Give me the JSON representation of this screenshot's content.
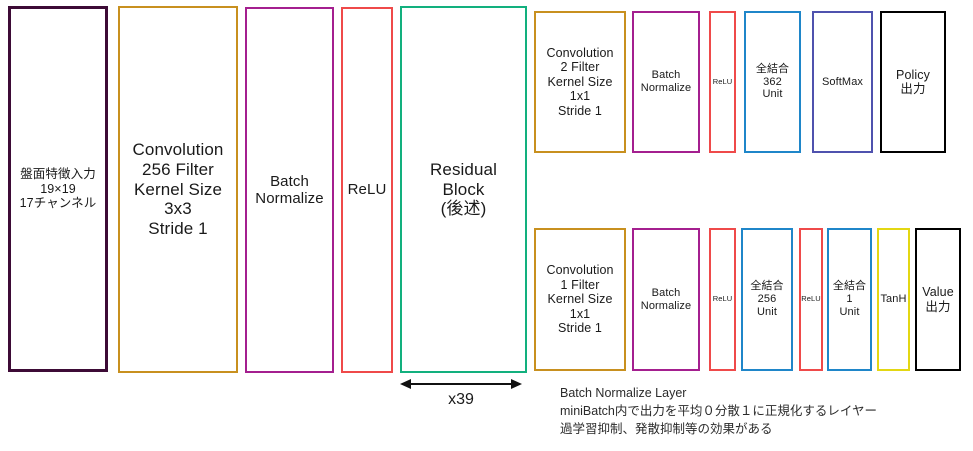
{
  "diagram": {
    "title": "AlphaGo Zero style network architecture diagram",
    "colors": {
      "input_purple": "#3d0b36",
      "conv_orange": "#c8901f",
      "batchnorm_purple": "#a41f8f",
      "relu_red": "#ef4a4a",
      "residual_green": "#12b07e",
      "fc_blue": "#1f86c9",
      "softmax_indigo": "#4f52ae",
      "tanh_yellow": "#e3d713",
      "output_black": "#000000"
    },
    "trunk": [
      {
        "id": "input",
        "name": "board-feature-input",
        "label": "盤面特徴入力\n19×19\n17チャンネル",
        "color": "#3d0b36"
      },
      {
        "id": "conv256",
        "name": "convolution-256",
        "label": "Convolution\n256 Filter\nKernel Size\n3x3\nStride 1",
        "color": "#c8901f"
      },
      {
        "id": "bn-trunk",
        "name": "batch-normalize-trunk",
        "label": "Batch\nNormalize",
        "color": "#a41f8f"
      },
      {
        "id": "relu-trunk",
        "name": "relu-trunk",
        "label": "ReLU",
        "color": "#ef4a4a"
      },
      {
        "id": "residual",
        "name": "residual-block",
        "label": "Residual\nBlock\n(後述)",
        "color": "#12b07e"
      }
    ],
    "policy_head": [
      {
        "id": "p-conv",
        "name": "policy-convolution-2",
        "label": "Convolution\n2 Filter\nKernel Size\n1x1\nStride 1",
        "color": "#c8901f"
      },
      {
        "id": "p-bn",
        "name": "policy-batch-normalize",
        "label": "Batch\nNormalize",
        "color": "#a41f8f"
      },
      {
        "id": "p-relu",
        "name": "policy-relu",
        "label": "ReLU",
        "color": "#ef4a4a"
      },
      {
        "id": "p-fc",
        "name": "policy-fully-connected-362",
        "label": "全結合\n362\nUnit",
        "color": "#1f86c9"
      },
      {
        "id": "p-softmax",
        "name": "policy-softmax",
        "label": "SoftMax",
        "color": "#4f52ae"
      },
      {
        "id": "p-out",
        "name": "policy-output",
        "label": "Policy\n出力",
        "color": "#000000"
      }
    ],
    "value_head": [
      {
        "id": "v-conv",
        "name": "value-convolution-1",
        "label": "Convolution\n1 Filter\nKernel Size\n1x1\nStride 1",
        "color": "#c8901f"
      },
      {
        "id": "v-bn",
        "name": "value-batch-normalize",
        "label": "Batch\nNormalize",
        "color": "#a41f8f"
      },
      {
        "id": "v-relu1",
        "name": "value-relu-1",
        "label": "ReLU",
        "color": "#ef4a4a"
      },
      {
        "id": "v-fc256",
        "name": "value-fully-connected-256",
        "label": "全結合\n256\nUnit",
        "color": "#1f86c9"
      },
      {
        "id": "v-relu2",
        "name": "value-relu-2",
        "label": "ReLU",
        "color": "#ef4a4a"
      },
      {
        "id": "v-fc1",
        "name": "value-fully-connected-1",
        "label": "全結合\n1\nUnit",
        "color": "#1f86c9"
      },
      {
        "id": "v-tanh",
        "name": "value-tanh",
        "label": "TanH",
        "color": "#e3d713"
      },
      {
        "id": "v-out",
        "name": "value-output",
        "label": "Value\n出力",
        "color": "#000000"
      }
    ],
    "repeat": {
      "label": "x39"
    },
    "caption": {
      "text": "Batch Normalize Layer\nminiBatch内で出力を平均０分散１に正規化するレイヤー\n過学習抑制、発散抑制等の効果がある"
    }
  }
}
